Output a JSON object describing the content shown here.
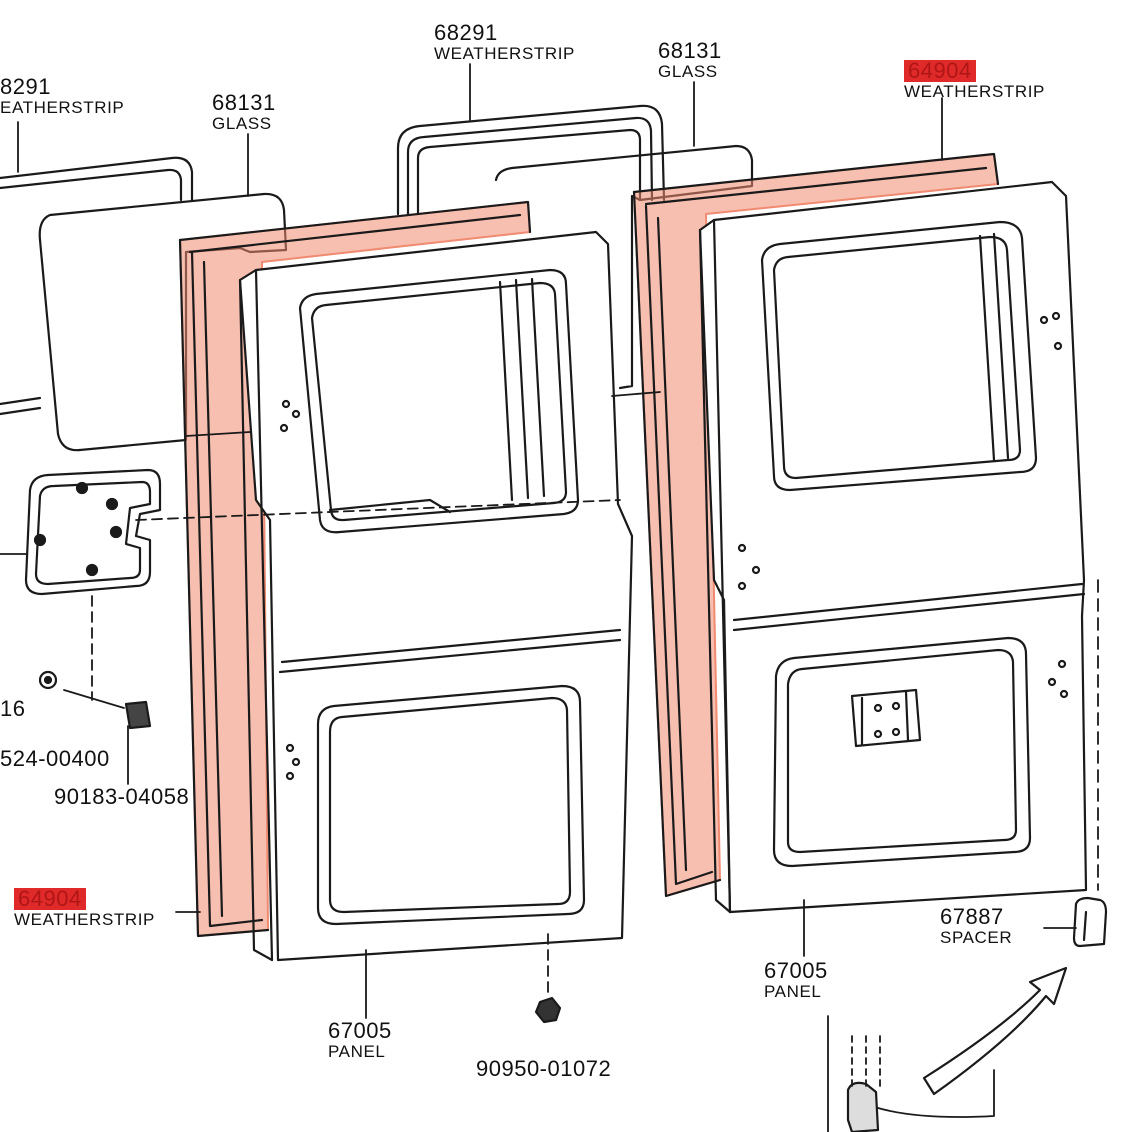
{
  "callouts": {
    "ws_top_left": {
      "number": "8291",
      "name": "EATHERSTRIP"
    },
    "ws_top_center": {
      "number": "68291",
      "name": "WEATHERSTRIP"
    },
    "glass_left": {
      "number": "68131",
      "name": "GLASS"
    },
    "glass_right": {
      "number": "68131",
      "name": "GLASS"
    },
    "ws_top_right": {
      "number": "64904",
      "name": "WEATHERSTRIP",
      "highlighted": true
    },
    "part_16": {
      "number": "16"
    },
    "part_524_00400": {
      "number": "524-00400"
    },
    "part_90183_04058": {
      "number": "90183-04058"
    },
    "ws_bottom_left": {
      "number": "64904",
      "name": "WEATHERSTRIP",
      "highlighted": true
    },
    "panel_left": {
      "number": "67005",
      "name": "PANEL"
    },
    "part_90950_01072": {
      "number": "90950-01072"
    },
    "panel_right": {
      "number": "67005",
      "name": "PANEL"
    },
    "spacer": {
      "number": "67887",
      "name": "SPACER"
    }
  },
  "colors": {
    "line": "#1a1a1a",
    "highlight_band": "#f08a70",
    "highlight_label": "#e02a2a"
  }
}
